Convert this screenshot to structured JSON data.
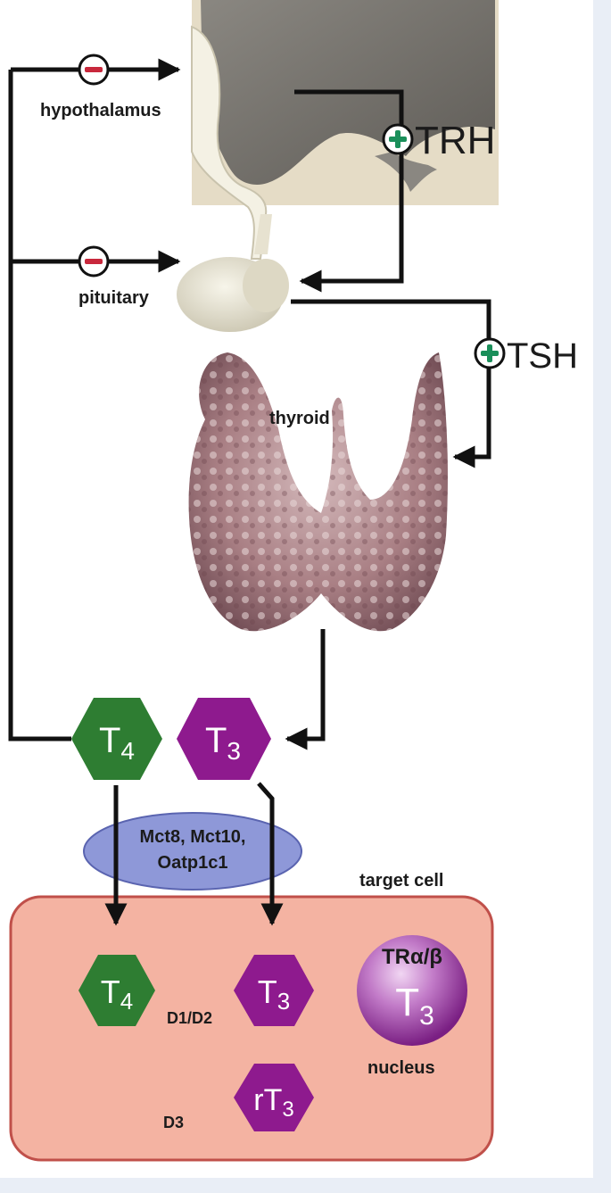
{
  "colors": {
    "page_bg": "#e9eef6",
    "panel_bg": "#ffffff",
    "arrow": "#111111",
    "t4_green": "#2e7d32",
    "t3_purple": "#8e1a8e",
    "transporter_blue": "#8e98d8",
    "cell_fill": "#f4b3a2",
    "cell_border": "#c0504a",
    "nucleus_purple": "#9b3aa0",
    "inhibit_red": "#c8283c",
    "stimulate_green": "#1a8f5a"
  },
  "labels": {
    "hypothalamus": "hypothalamus",
    "pituitary": "pituitary",
    "thyroid": "thyroid",
    "trh": "TRH",
    "tsh": "TSH",
    "target_cell": "target cell",
    "nucleus": "nucleus",
    "transporter_line1": "Mct8, Mct10,",
    "transporter_line2": "Oatp1c1",
    "d1d2": "D1/D2",
    "d3": "D3",
    "receptor": "TRα/β"
  },
  "hormones": {
    "t4_base": "T",
    "t4_sub": "4",
    "t3_base": "T",
    "t3_sub": "3",
    "rt3_base": "rT",
    "rt3_sub": "3"
  },
  "icons": {
    "inhibit": "minus-circle-icon",
    "stimulate": "plus-circle-icon"
  }
}
